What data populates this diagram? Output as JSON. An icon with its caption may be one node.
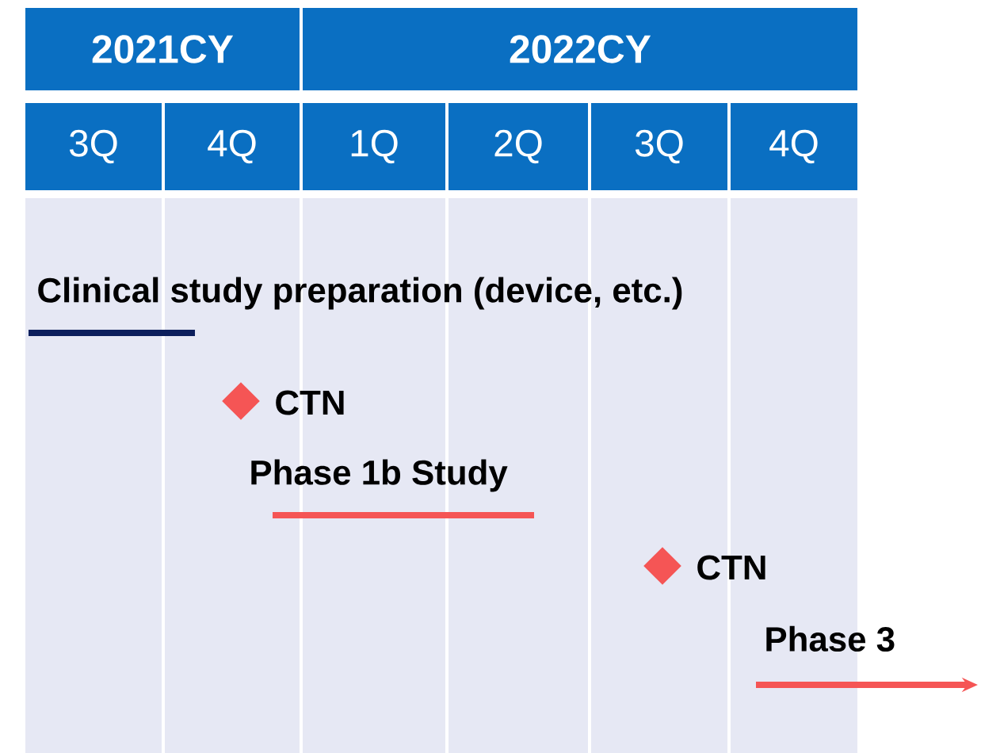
{
  "diagram": {
    "nodes": [
      {
        "text": [
          "2021CY"
        ]
      },
      {
        "text": [
          "2022CY"
        ]
      },
      {
        "text": [
          "3Q"
        ]
      },
      {
        "text": [
          "4Q"
        ]
      },
      {
        "text": [
          "1Q"
        ]
      },
      {
        "text": [
          "2Q"
        ]
      },
      {
        "text": [
          "3Q"
        ]
      },
      {
        "text": [
          "4Q"
        ]
      },
      {
        "text": [
          "Clinical study preparation (device, etc.)"
        ]
      },
      {
        "text": [],
        "shape": "diamond",
        "beside": [
          "CTN"
        ]
      },
      {
        "text": [
          "Phase 1b Study"
        ]
      },
      {
        "text": [],
        "shape": "diamond",
        "beside": [
          "CTN"
        ]
      },
      {
        "text": [
          "Phase 3"
        ]
      }
    ]
  }
}
